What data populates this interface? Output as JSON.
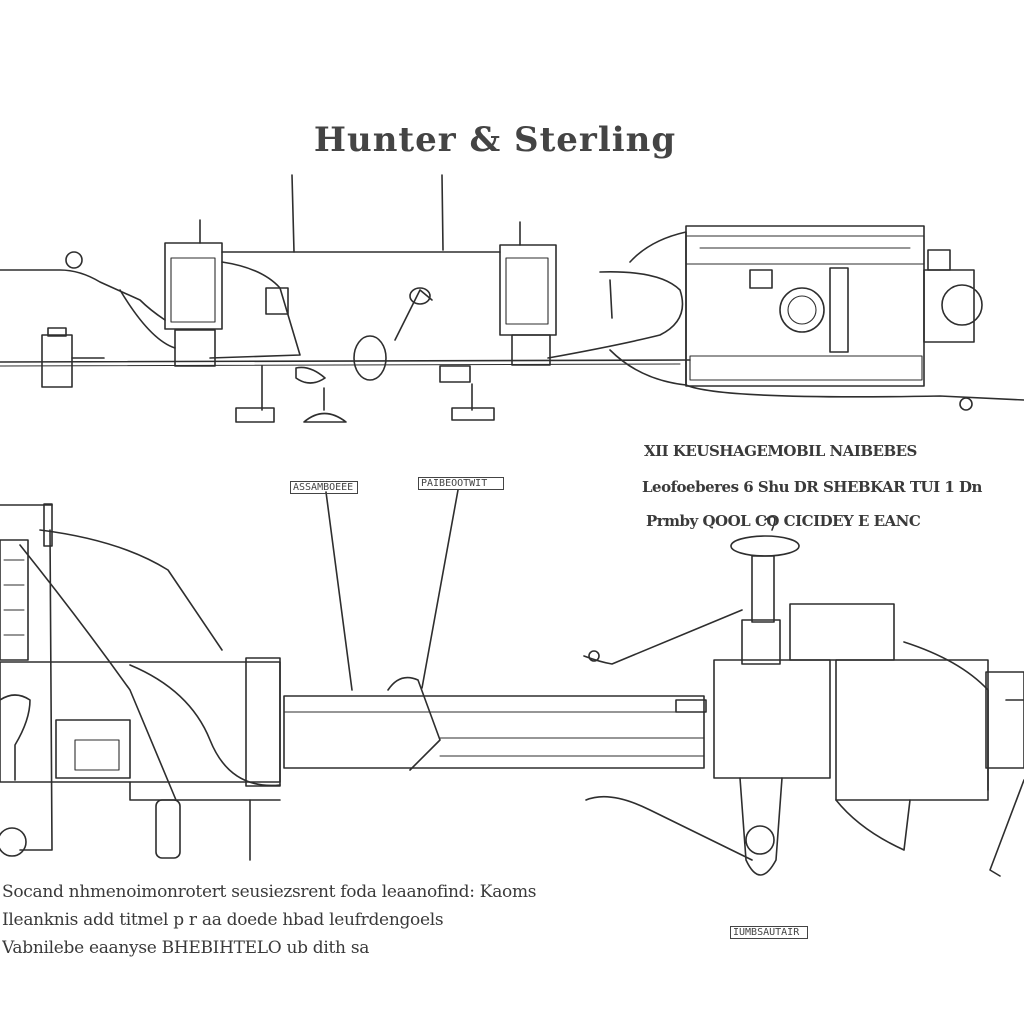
{
  "title": "Hunter & Sterling",
  "notes": [
    "XII KEUSHAGEMOBIL NAIBEBES",
    "Leofoeberes 6 Shu DR SHEBKAR TUI 1 Dn",
    "Prmby QOOL CO CICIDEY E EANC"
  ],
  "captions": [
    "Socand nhmenoimonrotert seusiezsrent foda leaanofind: Kaoms",
    "Ileanknis add titmel p r aa doede hbad leufrdengoels",
    "Vabnilebe eaanyse BHEBIHTELO ub dith sa"
  ],
  "tags": {
    "left": "ASSAMBOEEE",
    "right": "PAIBEOOTWIT",
    "bottom": "IUMBSAUTAIR"
  },
  "colors": {
    "ink": "#2e2e2e",
    "paper": "#ffffff"
  }
}
